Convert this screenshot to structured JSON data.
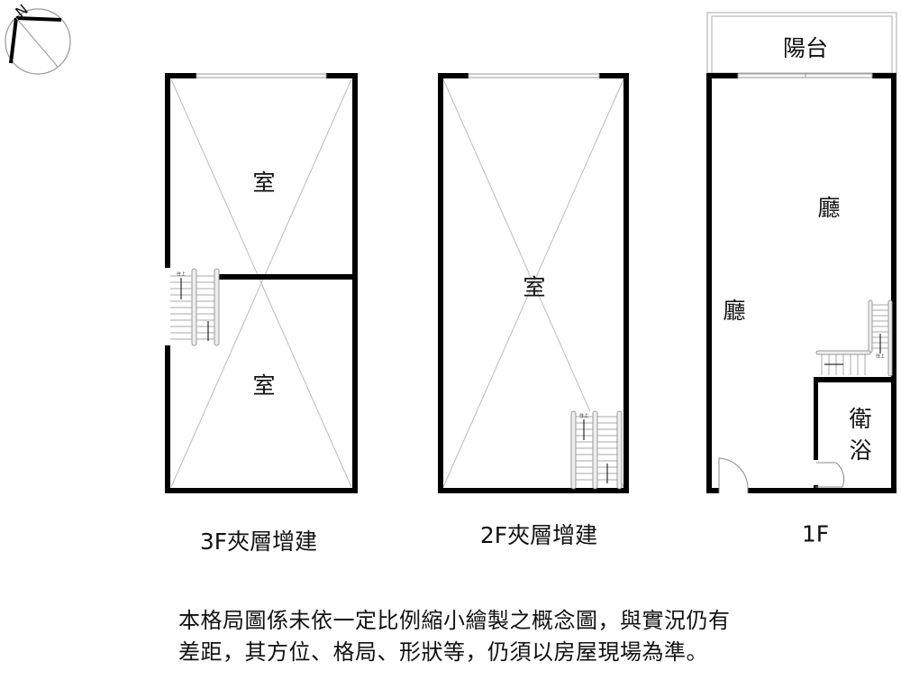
{
  "compass": {
    "north_label": "N"
  },
  "floors": [
    {
      "caption": "3F夾層增建",
      "rooms": [
        "室",
        "室"
      ]
    },
    {
      "caption": "2F夾層增建",
      "rooms": [
        "室"
      ]
    },
    {
      "caption": "1F",
      "rooms": [
        "陽台",
        "廳",
        "廳",
        "衛",
        "浴"
      ]
    }
  ],
  "stair_label": "往上",
  "disclaimer": {
    "line1": "本格局圖係未依一定比例縮小繪製之概念圖，與實況仍有",
    "line2": "差距，其方位、格局、形狀等，仍須以房屋現場為準。"
  }
}
